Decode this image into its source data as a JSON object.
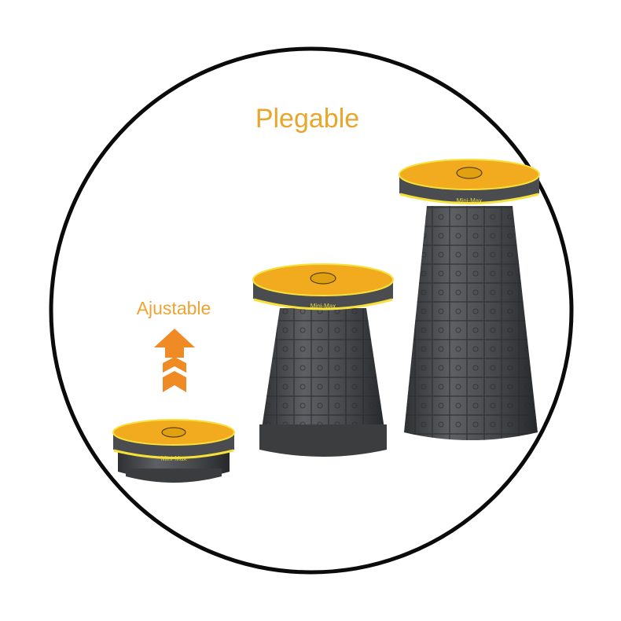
{
  "headline": "Plegable",
  "subheadline": "Ajustable",
  "brand_label": "Mini-Max",
  "icons": {
    "arrow": "arrow-up-chevrons-icon"
  },
  "colors": {
    "accent_text": "#e8a72c",
    "arrow": "#ef8a25",
    "seat": "#f2aa1e",
    "seat_trim": "#f5e13a",
    "body": "#4a4c4f",
    "outline": "#111111"
  },
  "stools": [
    {
      "state": "collapsed"
    },
    {
      "state": "medium"
    },
    {
      "state": "extended"
    }
  ]
}
